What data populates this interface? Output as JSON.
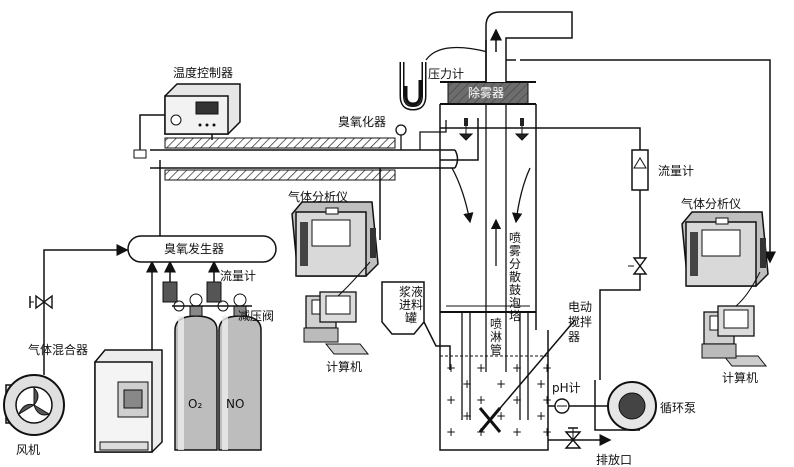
{
  "labels": {
    "temp_controller": "温度控制器",
    "ozonizer": "臭氧化器",
    "pressure_gauge": "压力计",
    "demister": "除雾器",
    "flowmeter_right": "流量计",
    "gas_analyzer_left": "气体分析仪",
    "gas_analyzer_right": "气体分析仪",
    "ozone_generator": "臭氧发生器",
    "flowmeter_left": "流量计",
    "pressure_valve": "减压阀",
    "gas_mixer": "气体混合器",
    "fan": "风机",
    "o2": "O₂",
    "no": "NO",
    "computer_left": "计算机",
    "computer_right": "计算机",
    "slurry_tank": "浆液进料罐",
    "tower": "喷雾分散鼓泡塔",
    "spray_pipe": "喷淋管",
    "agitator": "电动搅拌器",
    "ph_meter": "pH计",
    "pump": "循环泵",
    "drain": "排放口"
  },
  "colors": {
    "line": "#111111",
    "device_fill": "#d9d9d9",
    "device_dark": "#3a3a3a"
  }
}
